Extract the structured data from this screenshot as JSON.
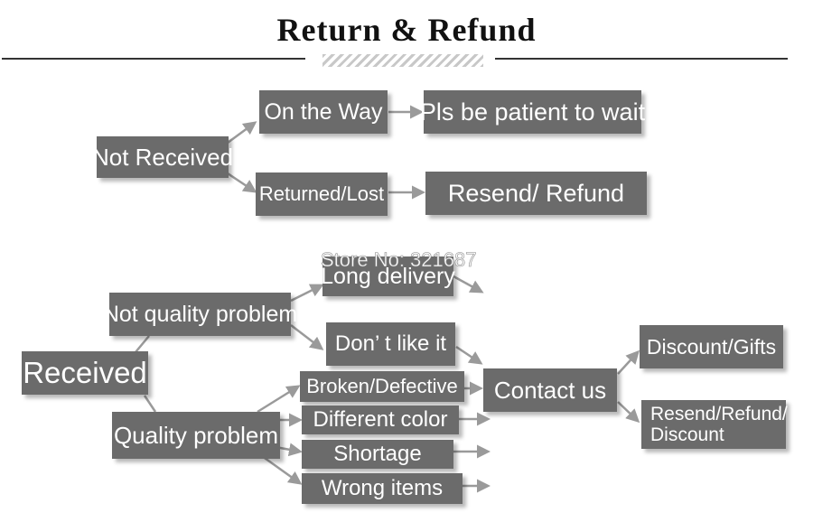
{
  "title": "Return & Refund",
  "watermark": "Store No: 321687",
  "boxes": {
    "not_received": "Not Received",
    "on_the_way": "On the Way",
    "pls_wait": "Pls be patient to wait",
    "returned_lost": "Returned/Lost",
    "resend_refund": "Resend/ Refund",
    "received": "Received",
    "not_quality": "Not quality problem",
    "quality": "Quality problem",
    "long_delivery": "Long delivery",
    "dont_like": "Don’ t like it",
    "broken": "Broken/Defective",
    "different_color": "Different color",
    "shortage": "Shortage",
    "wrong_items": "Wrong items",
    "contact_us": "Contact us",
    "discount_gifts": "Discount/Gifts",
    "resend_refund_discount": "Resend/Refund/ Discount"
  },
  "colors": {
    "box": "#6b6b6b",
    "arrow": "#9a9a9a",
    "text": "#ffffff"
  }
}
